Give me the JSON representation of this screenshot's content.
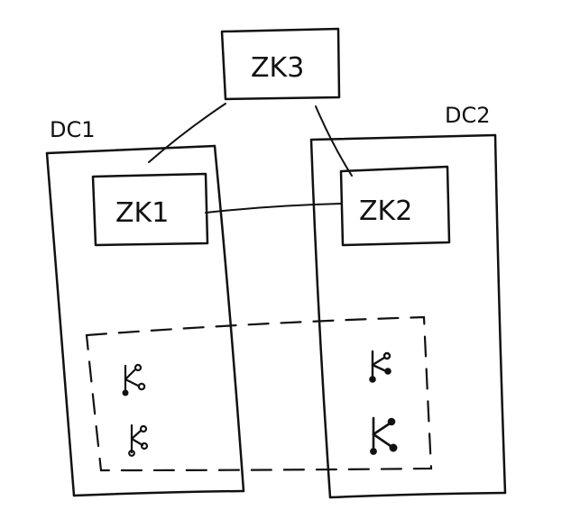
{
  "diagram": {
    "datacenters": [
      {
        "label": "DC1"
      },
      {
        "label": "DC2"
      }
    ],
    "zookeeper_nodes": [
      {
        "label": "ZK3"
      },
      {
        "label": "ZK1"
      },
      {
        "label": "ZK2"
      }
    ],
    "kafka_icon_count_dc1": 2,
    "kafka_icon_count_dc2": 2,
    "ink_color": "#111111",
    "background_color": "#ffffff"
  }
}
